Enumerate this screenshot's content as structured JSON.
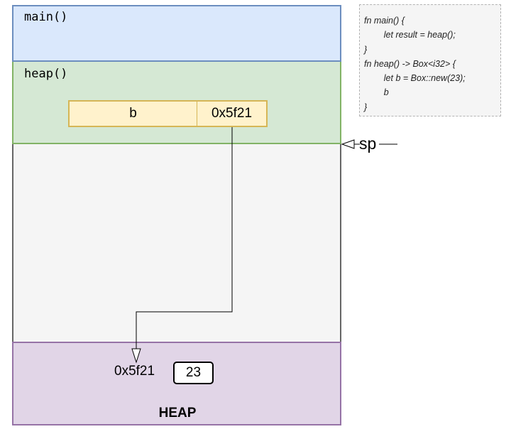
{
  "stack": {
    "frames": [
      {
        "label": "main()"
      },
      {
        "label": "heap()"
      }
    ],
    "local_var": {
      "name": "b",
      "value": "0x5f21"
    },
    "stack_pointer_label": "sp"
  },
  "heap": {
    "title": "HEAP",
    "address": "0x5f21",
    "value": "23"
  },
  "code": {
    "lines": [
      "fn main() {",
      "        let result = heap();",
      "}",
      "fn heap() -> Box<i32> {",
      "        let b = Box::new(23);",
      "        b",
      "}"
    ]
  },
  "colors": {
    "main_frame_fill": "#dae8fc",
    "heap_frame_fill": "#d5e8d4",
    "stack_empty_fill": "#f5f5f5",
    "heap_region_fill": "#e1d5e7",
    "cell_fill": "#fff2cc"
  }
}
